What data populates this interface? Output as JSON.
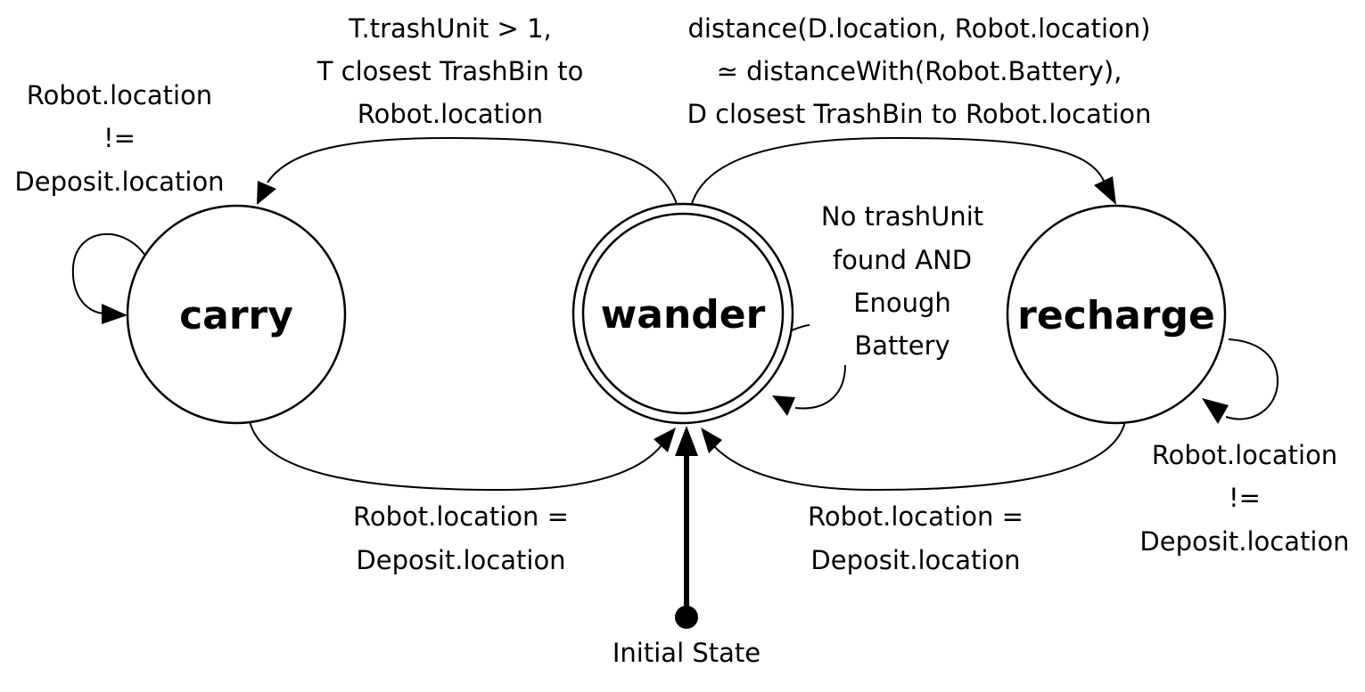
{
  "states": {
    "carry": "carry",
    "wander": "wander",
    "recharge": "recharge"
  },
  "initial": {
    "label": "Initial State"
  },
  "transitions": {
    "wander_to_carry": {
      "lines": [
        "T.trashUnit > 1,",
        "T closest TrashBin to",
        "Robot.location"
      ]
    },
    "wander_to_recharge": {
      "lines": [
        "distance(D.location, Robot.location)",
        "≃ distanceWith(Robot.Battery),",
        "D closest TrashBin to Robot.location"
      ]
    },
    "carry_self": {
      "lines": [
        "Robot.location",
        "!=",
        "Deposit.location"
      ]
    },
    "wander_self": {
      "lines": [
        "No trashUnit",
        "found AND",
        "Enough",
        "Battery"
      ]
    },
    "recharge_self": {
      "lines": [
        "Robot.location",
        "!=",
        "Deposit.location"
      ]
    },
    "carry_to_wander": {
      "lines": [
        "Robot.location =",
        "Deposit.location"
      ]
    },
    "recharge_to_wander": {
      "lines": [
        "Robot.location =",
        "Deposit.location"
      ]
    }
  }
}
